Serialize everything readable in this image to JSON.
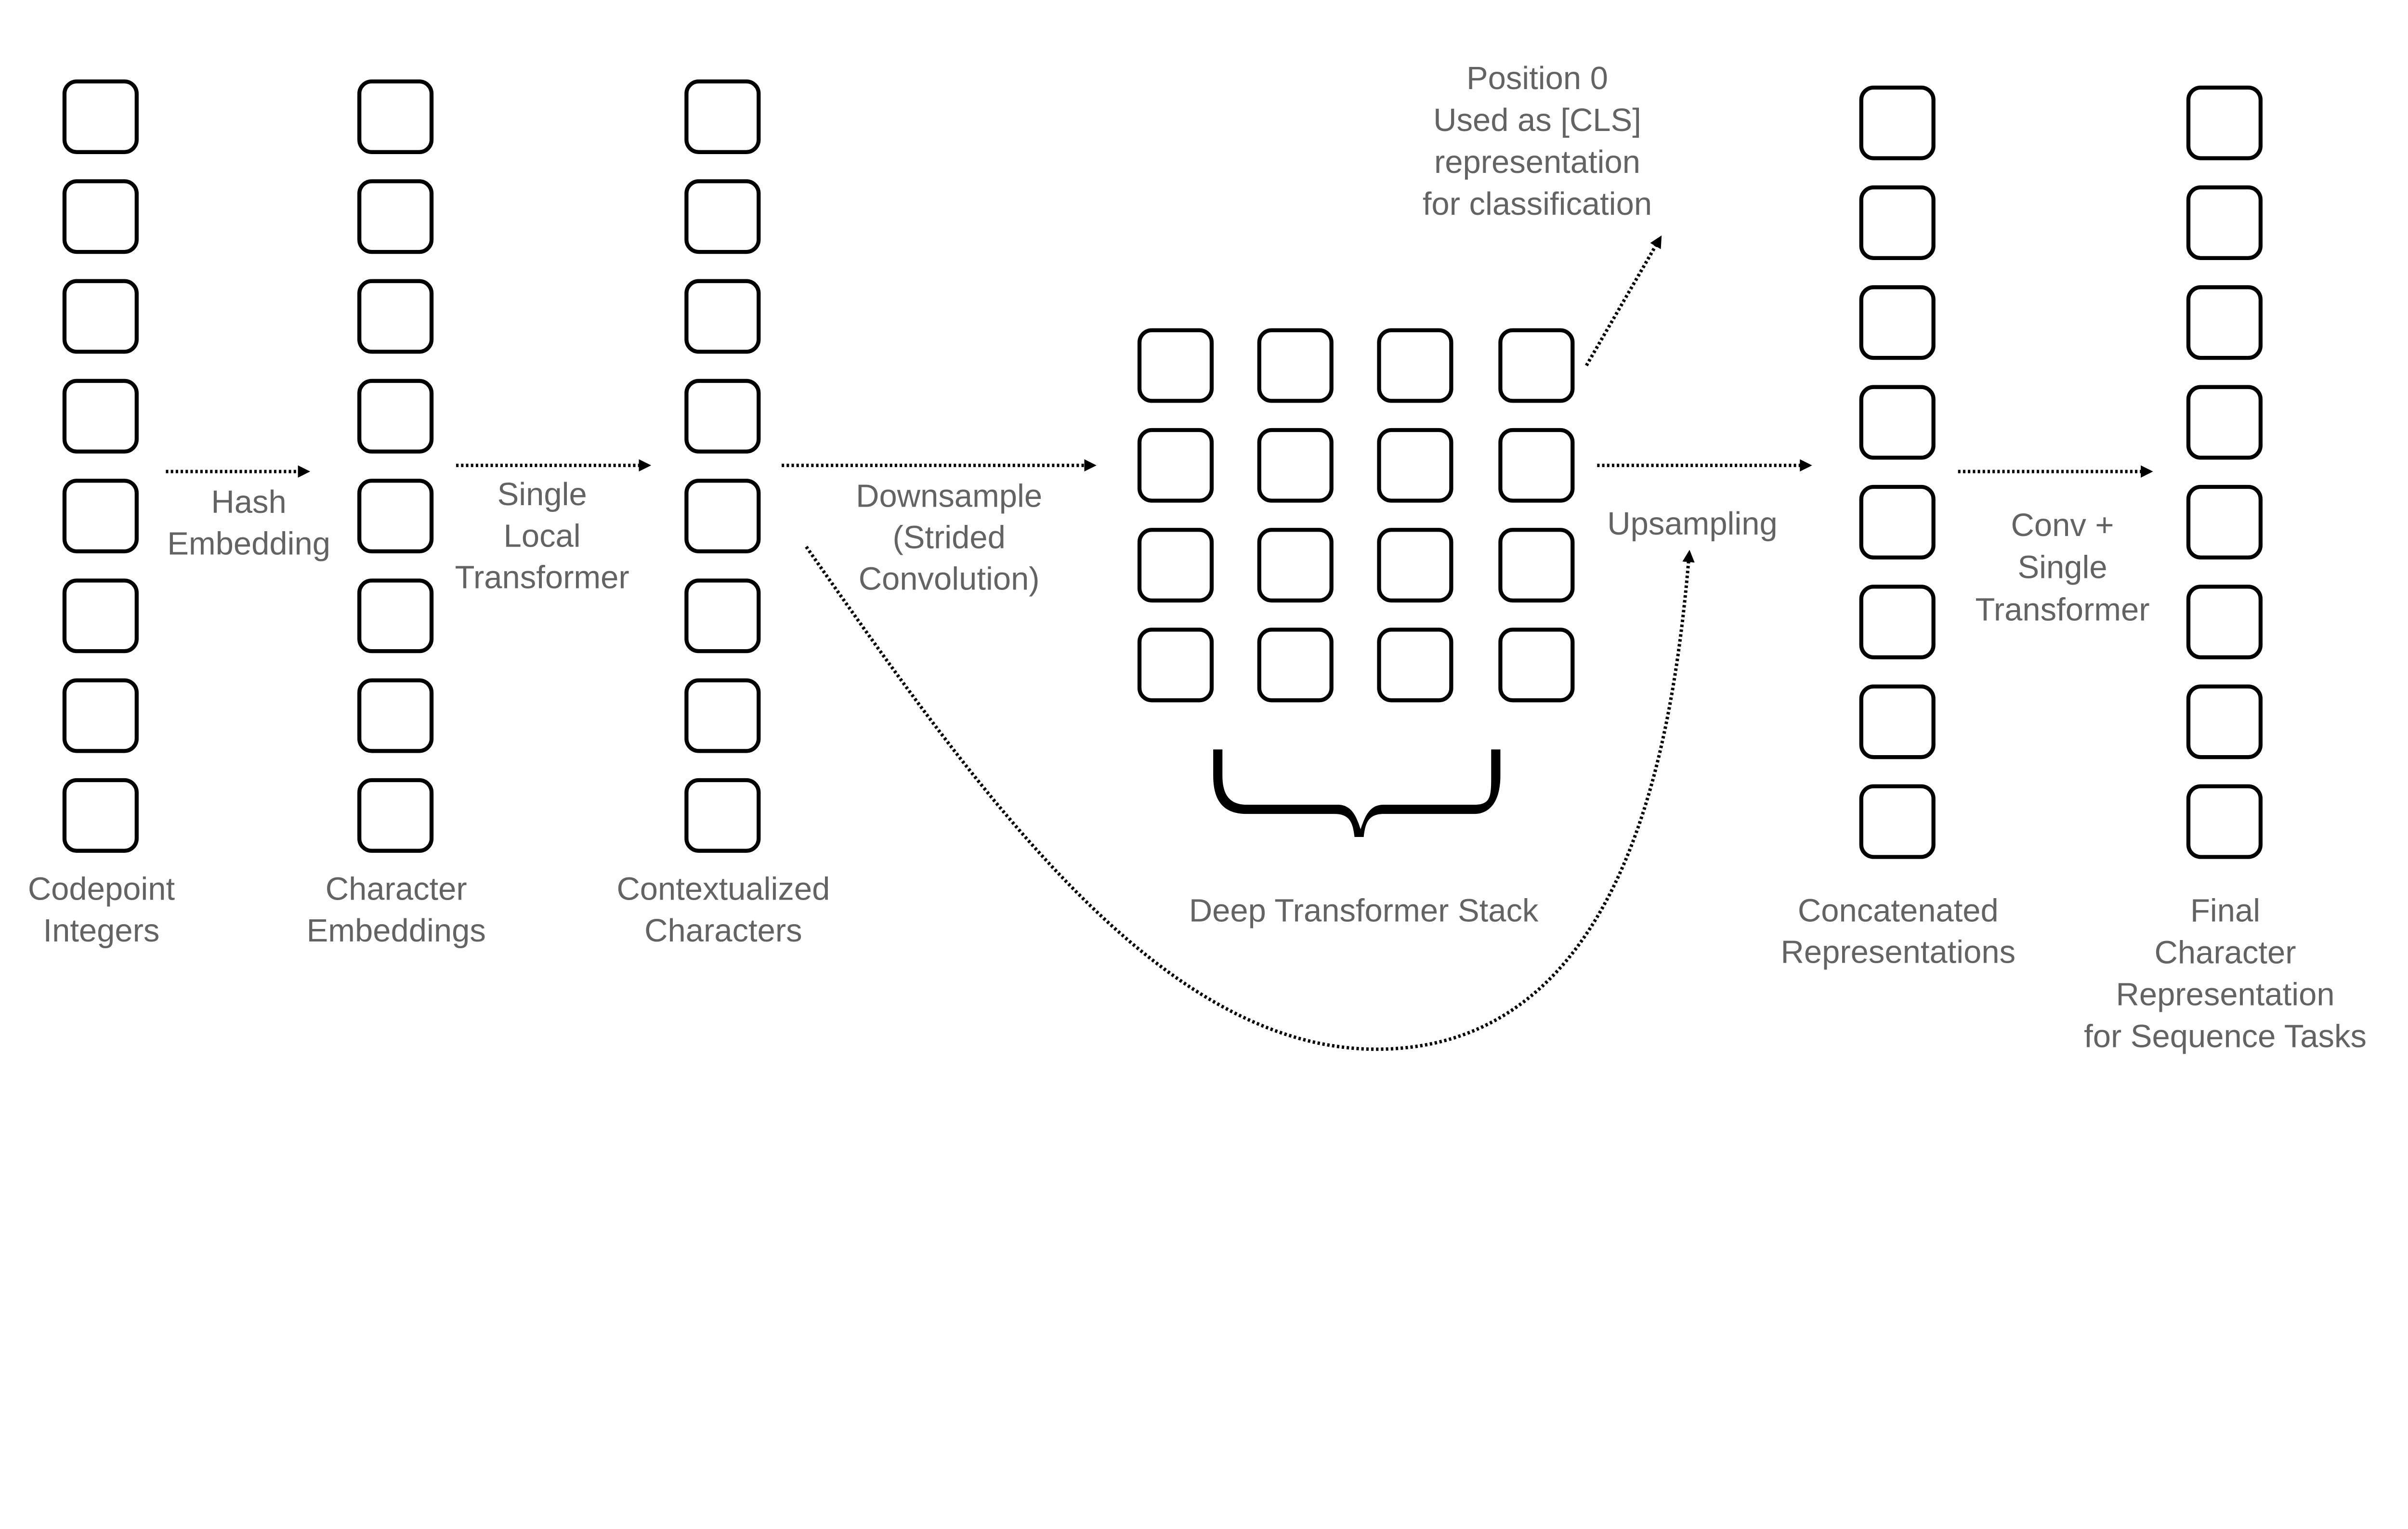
{
  "labels": {
    "codepoint": [
      "Codepoint",
      "Integers"
    ],
    "char_emb": [
      "Character",
      "Embeddings"
    ],
    "contextualized": [
      "Contextualized",
      "Characters"
    ],
    "hash": [
      "Hash",
      "Embedding"
    ],
    "local": [
      "Single",
      "Local",
      "Transformer"
    ],
    "downsample": [
      "Downsample",
      "(Strided",
      "Convolution)"
    ],
    "deep": [
      "Deep Transformer Stack"
    ],
    "cls": [
      "Position 0",
      "Used as [CLS]",
      "representation",
      "for classification"
    ],
    "upsampling": [
      "Upsampling"
    ],
    "concat": [
      "Concatenated",
      "Representations"
    ],
    "conv": [
      "Conv +",
      "Single",
      "Transformer"
    ],
    "final": [
      "Final",
      "Character",
      "Representation",
      "for Sequence Tasks"
    ]
  },
  "colors": {
    "text": "#636363",
    "stroke": "#000000"
  }
}
